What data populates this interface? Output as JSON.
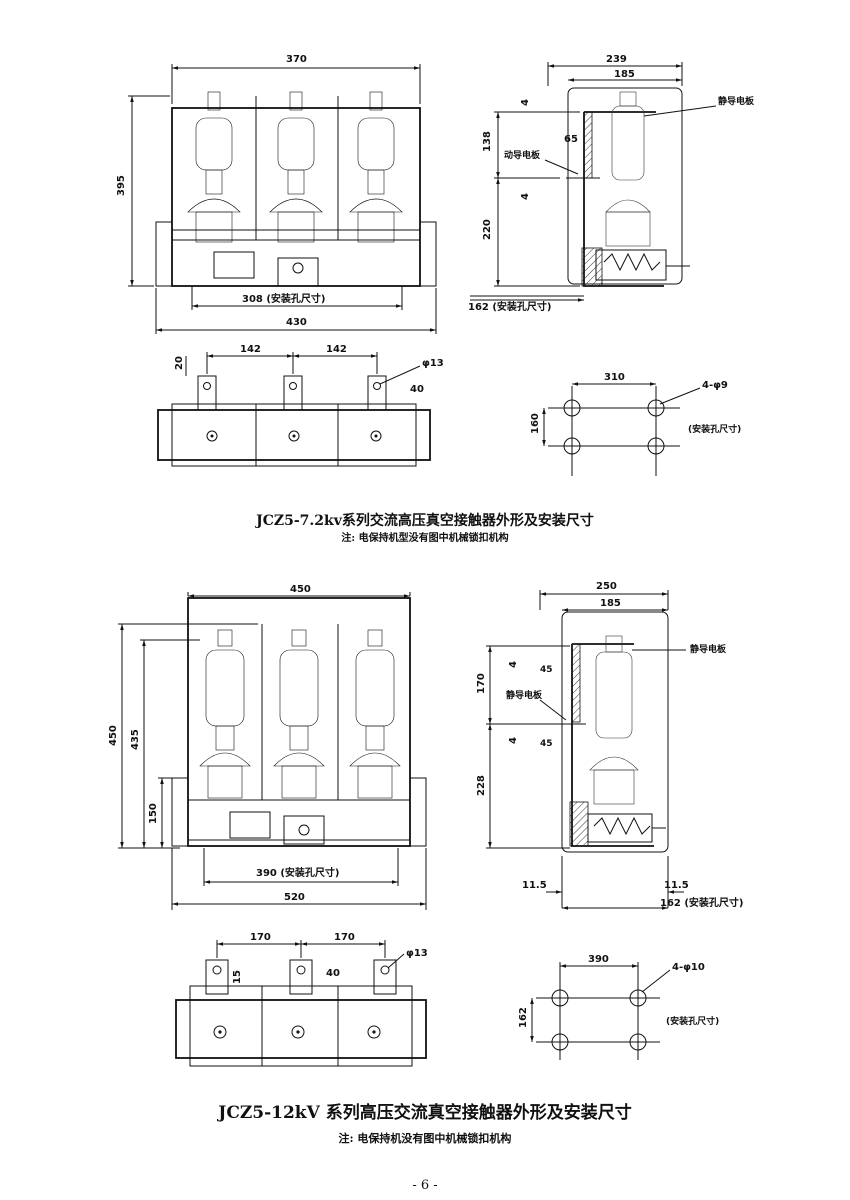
{
  "section1": {
    "title": "JCZ5-7.2kv系列交流高压真空接触器外形及安装尺寸",
    "note": "注: 电保持机型没有图中机械锁扣机构",
    "front": {
      "width_top": "370",
      "height": "395",
      "mount": "308 (安装孔尺寸)",
      "width_bottom": "430"
    },
    "side": {
      "w1": "239",
      "w2": "185",
      "h1": "138",
      "h2": "220",
      "d1": "65",
      "d2": "4",
      "d3": "4",
      "label_static": "静导电板",
      "label_moving": "动导电板",
      "mount": "162 (安装孔尺寸)"
    },
    "top": {
      "p1": "142",
      "p2": "142",
      "h": "20",
      "hole": "φ13",
      "w": "40"
    },
    "holes": {
      "w": "310",
      "h": "160",
      "spec": "4-φ9",
      "label": "(安装孔尺寸)"
    }
  },
  "section2": {
    "title": "JCZ5-12kV 系列高压交流真空接触器外形及安装尺寸",
    "note": "注: 电保持机没有图中机械锁扣机构",
    "front": {
      "width_top": "450",
      "h1": "450",
      "h2": "435",
      "h3": "150",
      "mount": "390 (安装孔尺寸)",
      "width_bottom": "520"
    },
    "side": {
      "w1": "250",
      "w2": "185",
      "h1": "170",
      "h2": "228",
      "d1": "45",
      "d2": "45",
      "d3": "4",
      "d4": "4",
      "label_static": "静导电板",
      "label_moving": "静导电板",
      "m1": "11.5",
      "m2": "11.5",
      "mount": "162 (安装孔尺寸)"
    },
    "top": {
      "p1": "170",
      "p2": "170",
      "h": "15",
      "hole": "φ13",
      "w": "40"
    },
    "holes": {
      "w": "390",
      "h": "162",
      "spec": "4-φ10",
      "label": "(安装孔尺寸)"
    }
  },
  "page_number": "- 6 -"
}
